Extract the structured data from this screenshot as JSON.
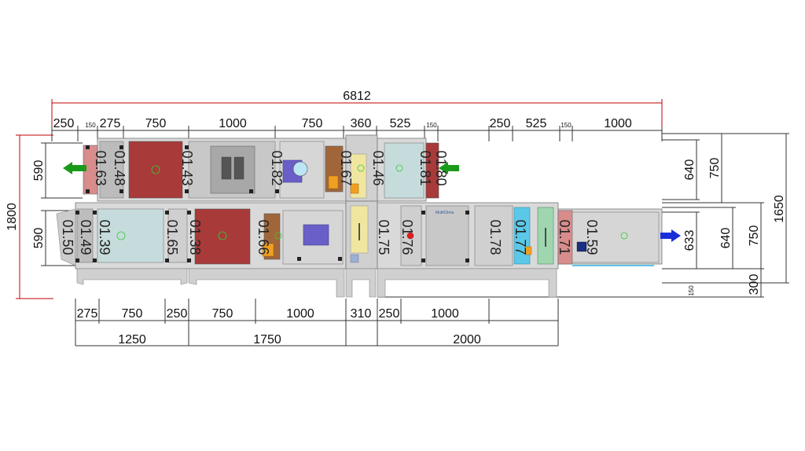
{
  "dimensions": {
    "total_length": "6812",
    "height_total": "1800",
    "height_right": "1650",
    "top_row": [
      "250",
      "150",
      "275",
      "750",
      "1000",
      "750",
      "360",
      "525",
      "150",
      "250",
      "525",
      "150",
      "1000"
    ],
    "left_upper": "590",
    "left_lower": "590",
    "right_upper": [
      "640",
      "750"
    ],
    "right_lower": [
      "633",
      "640",
      "750"
    ],
    "base_height": "300",
    "base_small": "150",
    "bottom_row": [
      "275",
      "750",
      "250",
      "750",
      "1000",
      "310",
      "250",
      "1000"
    ],
    "bottom_groups": [
      "1250",
      "1750",
      "2000"
    ]
  },
  "section_codes": {
    "upper": [
      "01.63",
      "01.48",
      "01.43",
      "01.82",
      "01.67",
      "01.46",
      "01.81",
      "01.80"
    ],
    "lower": [
      "01.50",
      "01.49",
      "01.39",
      "01.65",
      "01.38",
      "01.66",
      "01.75",
      "01.76",
      "01.78",
      "01.77",
      "01.71",
      "01.59"
    ]
  },
  "brand_label": "MultiClima",
  "colors": {
    "casing": "#d9d9d9",
    "damper": "#d98c8c",
    "filter_bag": "#a83a3a",
    "heat_recovery": "#c6dcdc",
    "coil_blue": "#5bc8e8",
    "coil_green": "#9fd6b0",
    "motor": "#6a5fc8",
    "heater": "#f0e6a0",
    "arrow_out": "#1a9a1a",
    "arrow_supply": "#1a2fd8"
  }
}
